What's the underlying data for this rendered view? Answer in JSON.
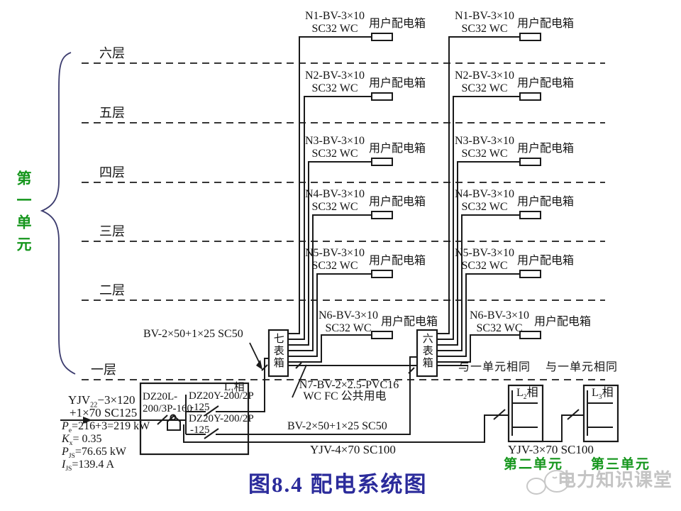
{
  "title": {
    "text": "图8.4  配电系统图"
  },
  "unit1": {
    "label": "第一单元"
  },
  "unit2": {
    "label": "第二单元"
  },
  "unit3": {
    "label": "第三单元"
  },
  "floors": [
    "六层",
    "五层",
    "四层",
    "三层",
    "二层",
    "一层"
  ],
  "risers": {
    "branches": [
      {
        "line1": "N1-BV-3×10",
        "line2": "SC32 WC",
        "box": "用户配电箱"
      },
      {
        "line1": "N2-BV-3×10",
        "line2": "SC32 WC",
        "box": "用户配电箱"
      },
      {
        "line1": "N3-BV-3×10",
        "line2": "SC32 WC",
        "box": "用户配电箱"
      },
      {
        "line1": "N4-BV-3×10",
        "line2": "SC32 WC",
        "box": "用户配电箱"
      },
      {
        "line1": "N5-BV-3×10",
        "line2": "SC32 WC",
        "box": "用户配电箱"
      },
      {
        "line1": "N6-BV-3×10",
        "line2": "SC32 WC",
        "box": "用户配电箱"
      }
    ],
    "left_meter_box": "七表箱",
    "right_meter_box": "六表箱",
    "same_as_unit1_a": "与一单元相同",
    "same_as_unit1_b": "与一单元相同",
    "n7": {
      "line1": "N7-BV-2×2.5-PVC16",
      "line2": "WC FC 公共用电"
    },
    "riser_feed_left": "BV-2×50+1×25 SC50",
    "riser_feed_right": "BV-2×50+1×25 SC50"
  },
  "cabinet": {
    "main_breaker_line1": "DZ20L-",
    "main_breaker_line2": "200/3P-160",
    "branch_breaker1_line1": "DZ20Y-200/2P",
    "branch_breaker1_line2": "-125",
    "branch_breaker2_line1": "DZ20Y-200/2P",
    "branch_breaker2_line2": "-125",
    "phase": {
      "base": "L",
      "sub": "1",
      "rest": "相"
    }
  },
  "incoming": {
    "cable": {
      "base": "YJV",
      "sub": "22",
      "rest": "−3×120"
    },
    "cable_line2": "+1×70 SC125",
    "pe": {
      "base": "P",
      "sub": "e",
      "rest": "=216+3=219 kW"
    },
    "kx": {
      "base": "K",
      "sub": "x",
      "rest": "= 0.35"
    },
    "pjs": {
      "base": "P",
      "sub": "JS",
      "rest": "=76.65 kW"
    },
    "ijs": {
      "base": "I",
      "sub": "JS",
      "rest": "=139.4 A"
    }
  },
  "feeders": {
    "unit2_cable": "YJV-4×70 SC100",
    "unit3_cable": "YJV-3×70 SC100",
    "phase2": {
      "base": "L",
      "sub": "2",
      "rest": "相"
    },
    "phase3": {
      "base": "L",
      "sub": "3",
      "rest": "相"
    }
  },
  "watermark": {
    "text": "电力知识课堂"
  }
}
